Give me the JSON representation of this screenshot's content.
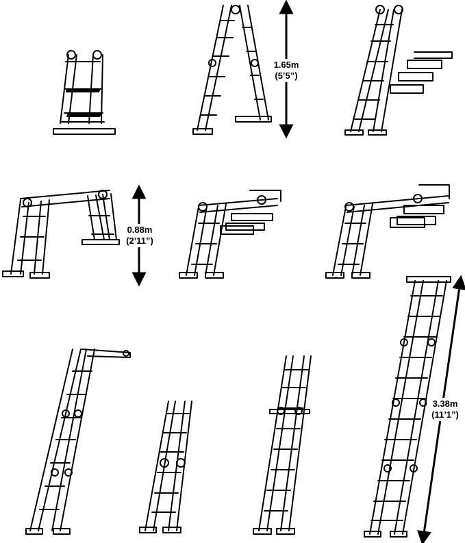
{
  "dimensions": {
    "a_frame_height": {
      "metric": "1.65m",
      "imperial": "(5’5”)"
    },
    "scaffold_height": {
      "metric": "0.88m",
      "imperial": "(2’11”)"
    },
    "extension_length": {
      "metric": "3.38m",
      "imperial": "(11’1”)"
    }
  },
  "colors": {
    "line": "#000000",
    "background": "#ffffff"
  }
}
